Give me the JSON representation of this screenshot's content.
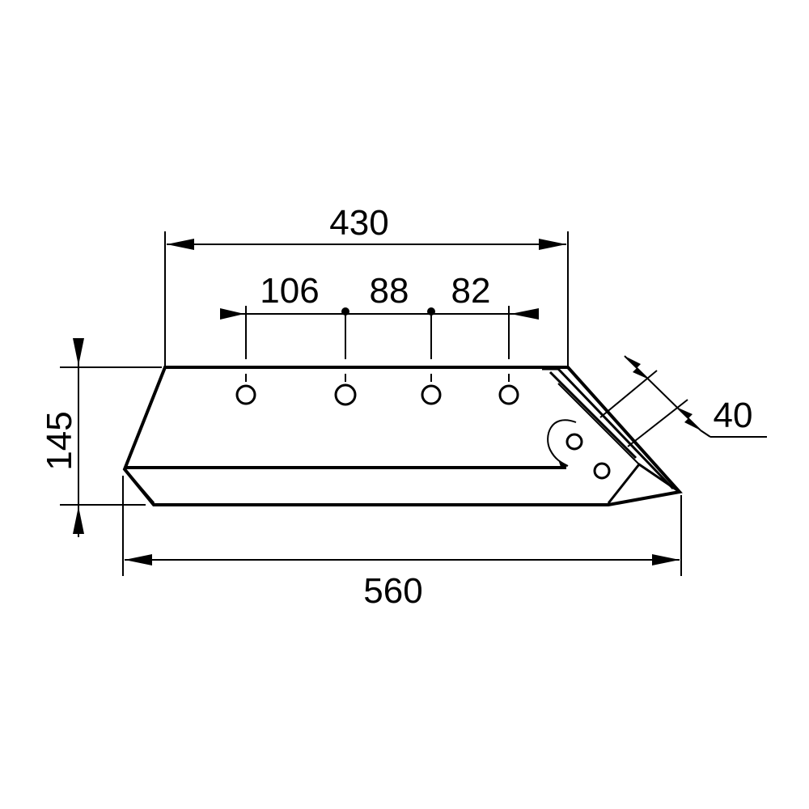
{
  "dimensions": {
    "overall_length": "560",
    "top_length": "430",
    "height": "145",
    "hole_spacing_1": "106",
    "hole_spacing_2": "88",
    "hole_spacing_3": "82",
    "tip_width": "40"
  },
  "colors": {
    "line": "#000000",
    "background": "#ffffff"
  }
}
